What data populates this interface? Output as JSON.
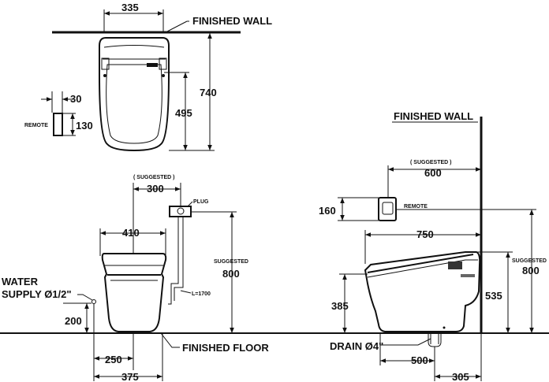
{
  "top_view": {
    "finished_wall_label": "FINISHED WALL",
    "width_dim": "335",
    "depth_dim": "740",
    "inner_dim": "495",
    "remote_label": "REMOTE",
    "remote_depth_dim": "30",
    "remote_height_dim": "130"
  },
  "front_view": {
    "suggested_label": "( SUGGESTED )",
    "plug_spacing_dim": "300",
    "plug_label": "PLUG",
    "width_dim": "410",
    "cable_label": "L=1700",
    "plug_height_suggested_label": "SUGGESTED",
    "plug_height_dim": "800",
    "water_supply_label_line1": "WATER",
    "water_supply_label_line2": "SUPPLY  Ø1/2\"",
    "water_supply_height_dim": "200",
    "finished_floor_label": "FINISHED FLOOR",
    "bottom_dim_1": "250",
    "bottom_dim_2": "375"
  },
  "side_view": {
    "finished_wall_label": "FINISHED WALL",
    "suggested_label": "( SUGGESTED )",
    "remote_distance_dim": "600",
    "remote_label": "REMOTE",
    "remote_height_dim": "160",
    "length_dim": "750",
    "seat_height_dim": "385",
    "total_height_dim": "535",
    "right_suggested_label": "SUGGESTED",
    "right_height_dim": "800",
    "drain_label": "DRAIN  Ø4\"",
    "drain_dim": "500",
    "drain_wall_dim": "305"
  }
}
